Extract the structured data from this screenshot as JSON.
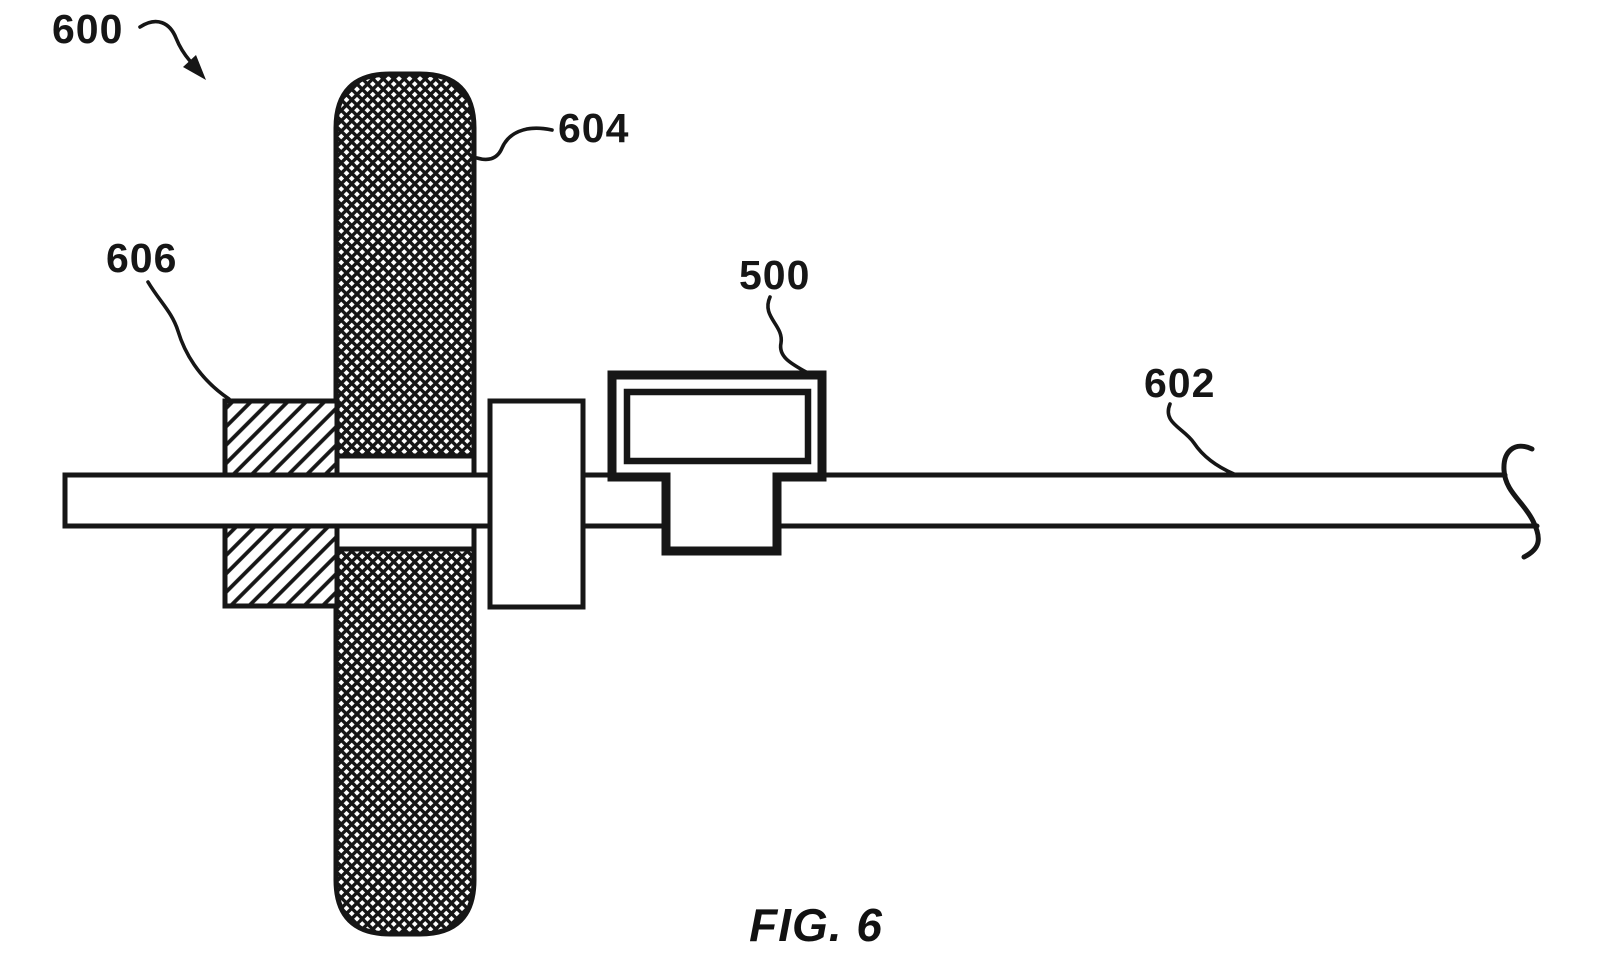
{
  "figure": {
    "caption": "FIG. 6",
    "refs": {
      "r600": "600",
      "r604": "604",
      "r606": "606",
      "r500": "500",
      "r602": "602"
    },
    "colors": {
      "ink": "#161616",
      "paper": "#ffffff"
    }
  }
}
